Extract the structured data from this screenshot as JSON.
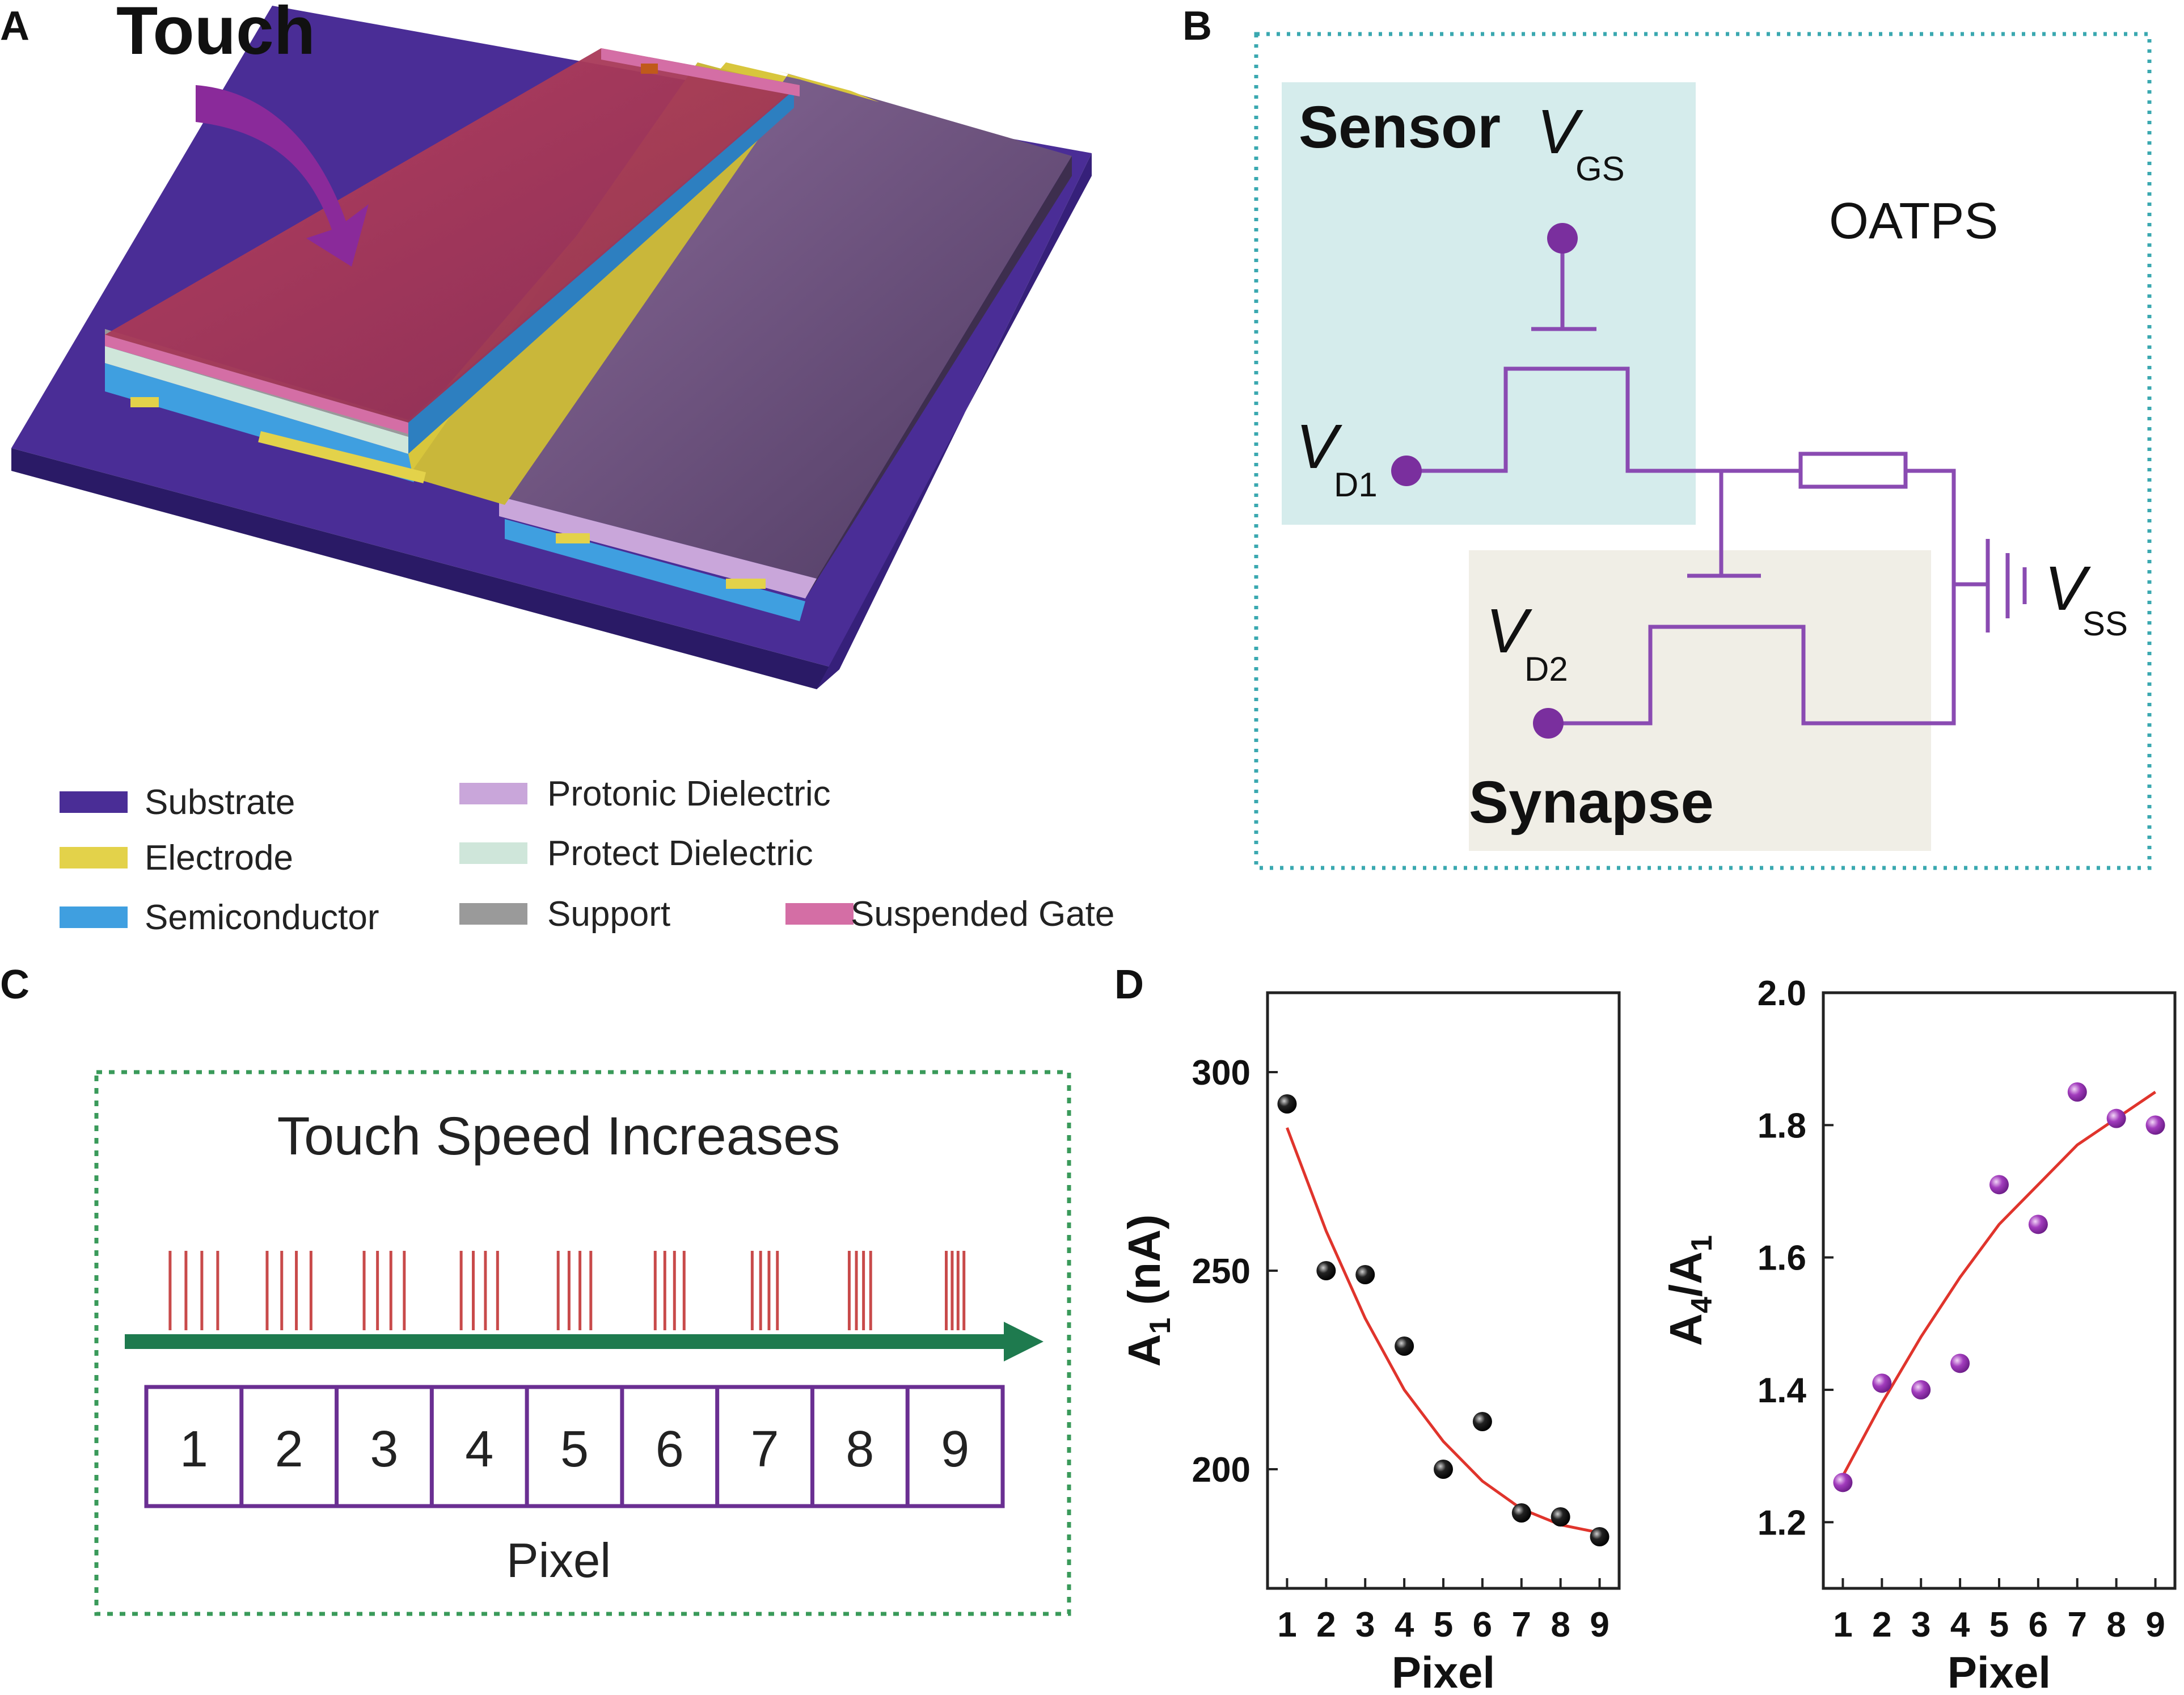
{
  "colors": {
    "substrate": "#4a2d96",
    "electrode": "#e3d24a",
    "semiconductor": "#3f9fe0",
    "protonic": "#c9a6da",
    "protect": "#cfe6da",
    "support": "#9a9a9a",
    "gate": "#d46ea5",
    "circuit": "#8a4bb2",
    "node": "#7a2f9e",
    "curve": "#e0342c",
    "spike": "#c84a4a",
    "arrow": "#1e7a4e",
    "border_b": "#3aa8b0",
    "border_c": "#3a9a5a"
  },
  "panel_a": {
    "label": "A",
    "touch": "Touch",
    "legend": {
      "substrate": "Substrate",
      "electrode": "Electrode",
      "semiconductor": "Semiconductor",
      "protonic": "Protonic Dielectric",
      "protect": "Protect Dielectric",
      "support": "Support",
      "gate": "Suspended Gate"
    }
  },
  "panel_b": {
    "label": "B",
    "sensor": "Sensor",
    "synapse": "Synapse",
    "oatps": "OATPS",
    "vgs": "V",
    "vgs_sub": "GS",
    "vd1": "V",
    "vd1_sub": "D1",
    "vd2": "V",
    "vd2_sub": "D2",
    "vss": "V",
    "vss_sub": "SS"
  },
  "panel_c": {
    "label": "C",
    "title": "Touch Speed Increases",
    "pixels": [
      "1",
      "2",
      "3",
      "4",
      "5",
      "6",
      "7",
      "8",
      "9"
    ],
    "xlabel": "Pixel"
  },
  "panel_d": {
    "label": "D"
  },
  "chart_data": [
    {
      "type": "scatter",
      "x": [
        1,
        2,
        3,
        4,
        5,
        6,
        7,
        8,
        9
      ],
      "y": [
        292,
        250,
        249,
        231,
        200,
        212,
        189,
        188,
        183
      ],
      "fit_curve": [
        286,
        260,
        238,
        220,
        207,
        197,
        190,
        186,
        184
      ],
      "xlabel": "Pixel",
      "ylabel": "A",
      "ylabel_sub": "1",
      "ylabel_unit": " (nA)",
      "xticks": [
        "1",
        "2",
        "3",
        "4",
        "5",
        "6",
        "7",
        "8",
        "9"
      ],
      "yticks": [
        "200",
        "250",
        "300"
      ],
      "ylim": [
        170,
        320
      ],
      "marker_color": "#111111"
    },
    {
      "type": "scatter",
      "x": [
        1,
        2,
        3,
        4,
        5,
        6,
        7,
        8,
        9
      ],
      "y": [
        1.26,
        1.41,
        1.4,
        1.44,
        1.71,
        1.65,
        1.85,
        1.81,
        1.8
      ],
      "fit_curve": [
        1.27,
        1.38,
        1.48,
        1.57,
        1.65,
        1.71,
        1.77,
        1.81,
        1.85
      ],
      "xlabel": "Pixel",
      "ylabel": "A",
      "ylabel_sub": "4",
      "ylabel_mid": "/A",
      "ylabel_sub2": "1",
      "xticks": [
        "1",
        "2",
        "3",
        "4",
        "5",
        "6",
        "7",
        "8",
        "9"
      ],
      "yticks": [
        "1.2",
        "1.4",
        "1.6",
        "1.8",
        "2.0"
      ],
      "ylim": [
        1.1,
        2.0
      ],
      "marker_color": "#9a3ab0"
    }
  ]
}
